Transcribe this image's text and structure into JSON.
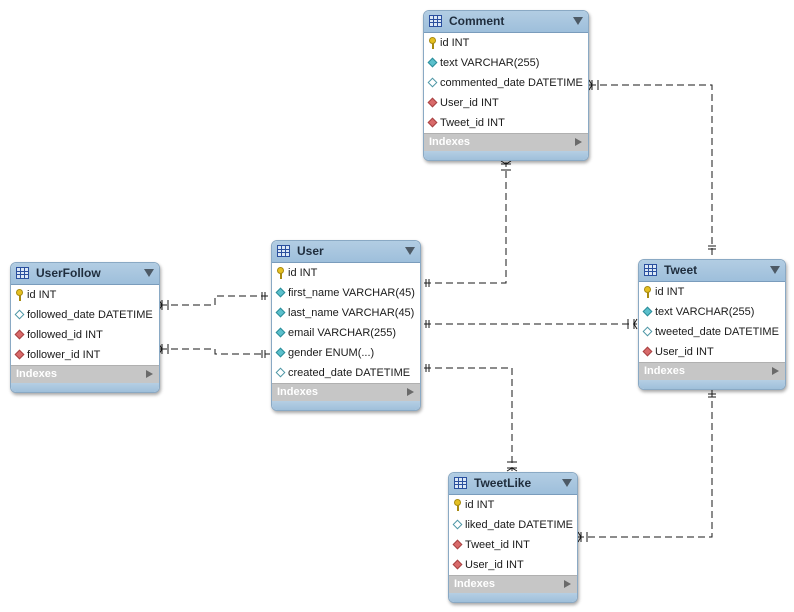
{
  "tables": {
    "comment": {
      "name": "Comment",
      "indexes_label": "Indexes",
      "columns": [
        {
          "text": "id INT",
          "kind": "primary-key"
        },
        {
          "text": "text VARCHAR(255)",
          "kind": "not-null"
        },
        {
          "text": "commented_date DATETIME",
          "kind": "nullable"
        },
        {
          "text": "User_id INT",
          "kind": "foreign-key"
        },
        {
          "text": "Tweet_id INT",
          "kind": "foreign-key"
        }
      ]
    },
    "user": {
      "name": "User",
      "indexes_label": "Indexes",
      "columns": [
        {
          "text": "id INT",
          "kind": "primary-key"
        },
        {
          "text": "first_name VARCHAR(45)",
          "kind": "not-null"
        },
        {
          "text": "last_name VARCHAR(45)",
          "kind": "not-null"
        },
        {
          "text": "email VARCHAR(255)",
          "kind": "not-null"
        },
        {
          "text": "gender ENUM(...)",
          "kind": "not-null"
        },
        {
          "text": "created_date DATETIME",
          "kind": "nullable"
        }
      ]
    },
    "userfollow": {
      "name": "UserFollow",
      "indexes_label": "Indexes",
      "columns": [
        {
          "text": "id INT",
          "kind": "primary-key"
        },
        {
          "text": "followed_date DATETIME",
          "kind": "nullable"
        },
        {
          "text": "followed_id INT",
          "kind": "foreign-key"
        },
        {
          "text": "follower_id INT",
          "kind": "foreign-key"
        }
      ]
    },
    "tweet": {
      "name": "Tweet",
      "indexes_label": "Indexes",
      "columns": [
        {
          "text": "id INT",
          "kind": "primary-key"
        },
        {
          "text": "text VARCHAR(255)",
          "kind": "not-null"
        },
        {
          "text": "tweeted_date DATETIME",
          "kind": "nullable"
        },
        {
          "text": "User_id INT",
          "kind": "foreign-key"
        }
      ]
    },
    "tweetlike": {
      "name": "TweetLike",
      "indexes_label": "Indexes",
      "columns": [
        {
          "text": "id INT",
          "kind": "primary-key"
        },
        {
          "text": "liked_date DATETIME",
          "kind": "nullable"
        },
        {
          "text": "Tweet_id INT",
          "kind": "foreign-key"
        },
        {
          "text": "User_id INT",
          "kind": "foreign-key"
        }
      ]
    }
  },
  "relationships": [
    {
      "one": "User",
      "many": "UserFollow",
      "via": "followed_id"
    },
    {
      "one": "User",
      "many": "UserFollow",
      "via": "follower_id"
    },
    {
      "one": "User",
      "many": "Comment",
      "via": "User_id"
    },
    {
      "one": "Tweet",
      "many": "Comment",
      "via": "Tweet_id"
    },
    {
      "one": "User",
      "many": "Tweet",
      "via": "User_id"
    },
    {
      "one": "User",
      "many": "TweetLike",
      "via": "User_id"
    },
    {
      "one": "Tweet",
      "many": "TweetLike",
      "via": "Tweet_id"
    }
  ],
  "colors": {
    "header": "#a3c3de",
    "border": "#8aa9c4",
    "primary_key": "#e5c021",
    "not_null": "#5bc0cc",
    "foreign_key": "#d96a6a",
    "indexes_bar": "#c6c6c6",
    "connector": "#1a1a1a"
  }
}
